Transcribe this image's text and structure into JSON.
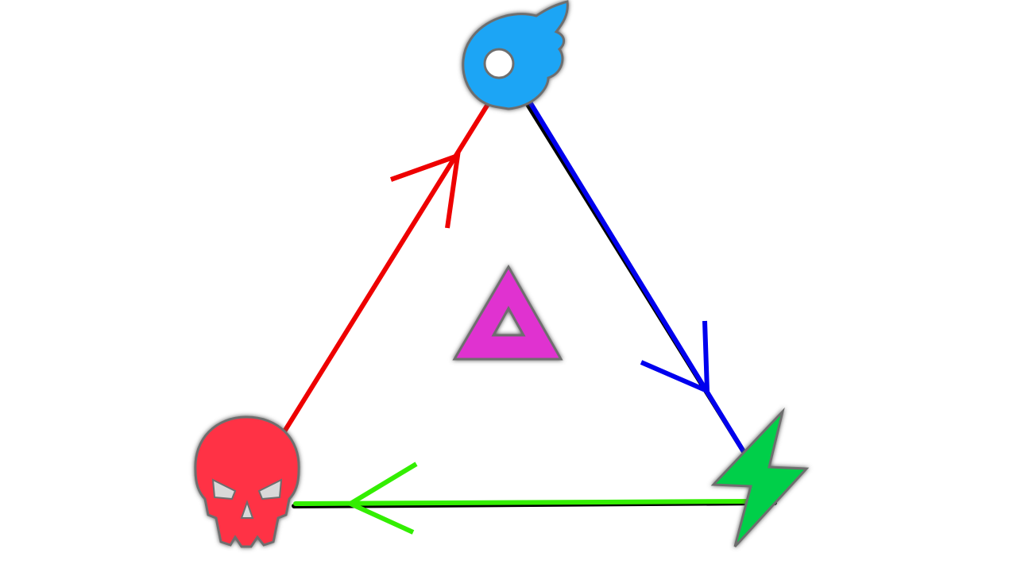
{
  "diagram": {
    "nodes": [
      {
        "id": "fire",
        "icon": "fire-icon",
        "color": "#1fa5f5"
      },
      {
        "id": "lightning",
        "icon": "lightning-icon",
        "color": "#06cf4a"
      },
      {
        "id": "skull",
        "icon": "skull-icon",
        "color": "#ff3344"
      }
    ],
    "center_icon": {
      "icon": "delta-triangle-icon",
      "color": "#e030d0"
    },
    "edges": [
      {
        "from": "skull",
        "to": "fire",
        "color": "#ee0000",
        "direction": "toward-fire"
      },
      {
        "from": "fire",
        "to": "lightning",
        "color": "#0000ee",
        "direction": "toward-lightning"
      },
      {
        "from": "lightning",
        "to": "skull",
        "color": "#33ee00",
        "direction": "toward-skull"
      }
    ],
    "colors": {
      "background": "#ffffff",
      "outline": "#000000",
      "icon_shadow": "#6e6e6e"
    }
  }
}
